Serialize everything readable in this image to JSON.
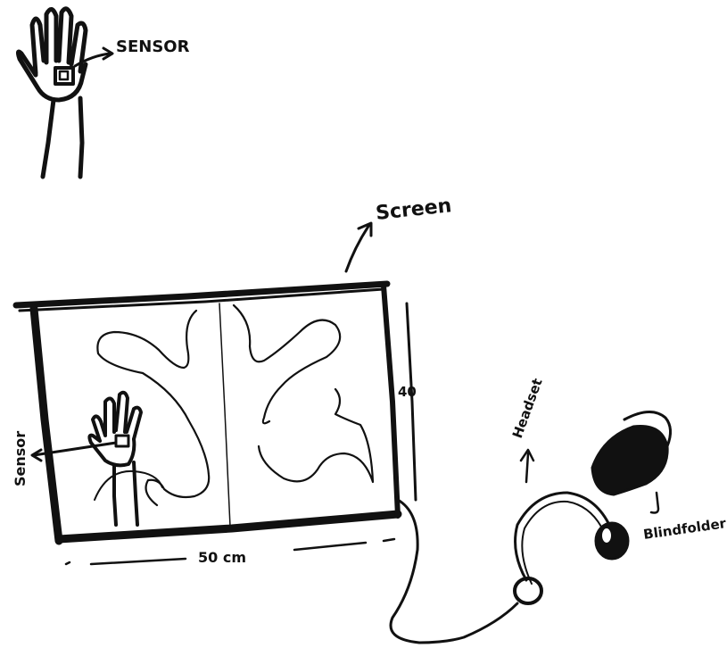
{
  "labels": {
    "sensor_top": "SENSOR",
    "screen": "Screen",
    "height": "40",
    "width": "50 cm",
    "sensor_side": "Sensor",
    "headset": "Headset",
    "blindfolder": "Blindfolder"
  },
  "colors": {
    "ink": "#111111",
    "paper": "#ffffff"
  }
}
